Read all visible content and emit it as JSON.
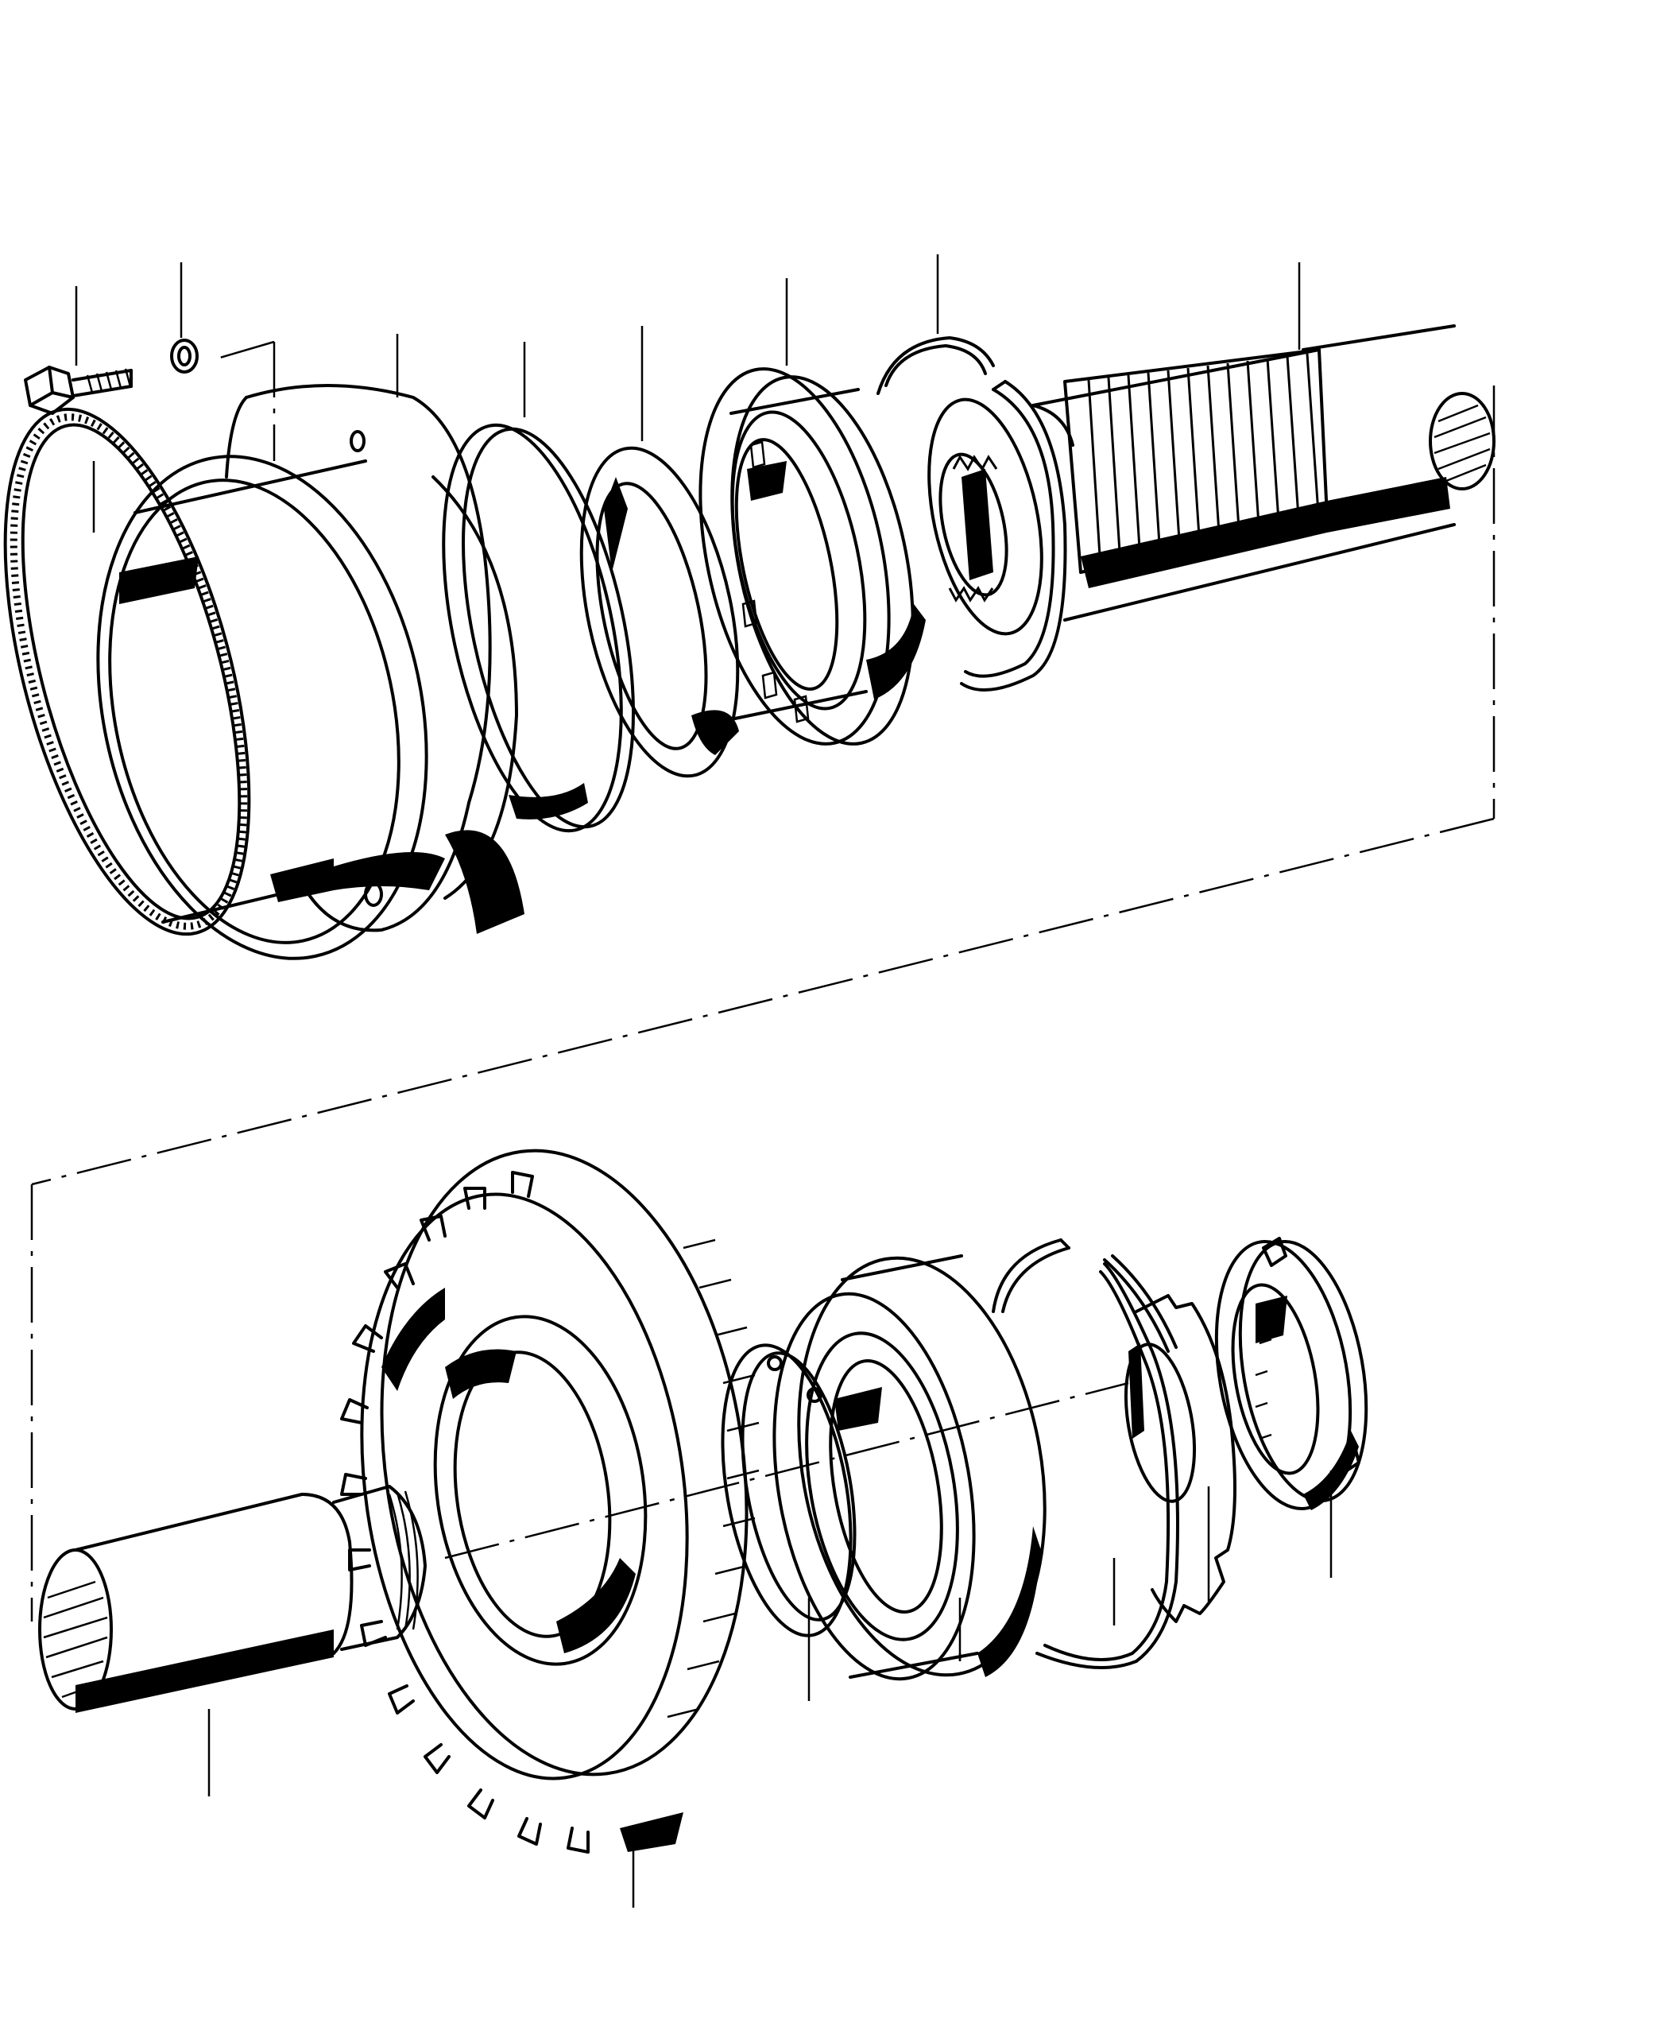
{
  "figure": {
    "kind": "exploded-parts-diagram",
    "line_color": "#000000",
    "background": "#ffffff"
  },
  "upper_assembly": {
    "parts": [
      {
        "name": "hex-bolt"
      },
      {
        "name": "lock-washer"
      },
      {
        "name": "o-ring-seal"
      },
      {
        "name": "bearing-housing-flange"
      },
      {
        "name": "gasket-ring"
      },
      {
        "name": "spacer-ring"
      },
      {
        "name": "roller-bearing"
      },
      {
        "name": "snap-ring"
      },
      {
        "name": "circlip"
      },
      {
        "name": "splined-shaft"
      }
    ]
  },
  "lower_assembly": {
    "parts": [
      {
        "name": "shaft-end"
      },
      {
        "name": "helical-gear"
      },
      {
        "name": "internal-circlip"
      },
      {
        "name": "ball-bearing"
      },
      {
        "name": "snap-ring"
      },
      {
        "name": "tab-washer"
      },
      {
        "name": "slotted-nut"
      }
    ]
  }
}
